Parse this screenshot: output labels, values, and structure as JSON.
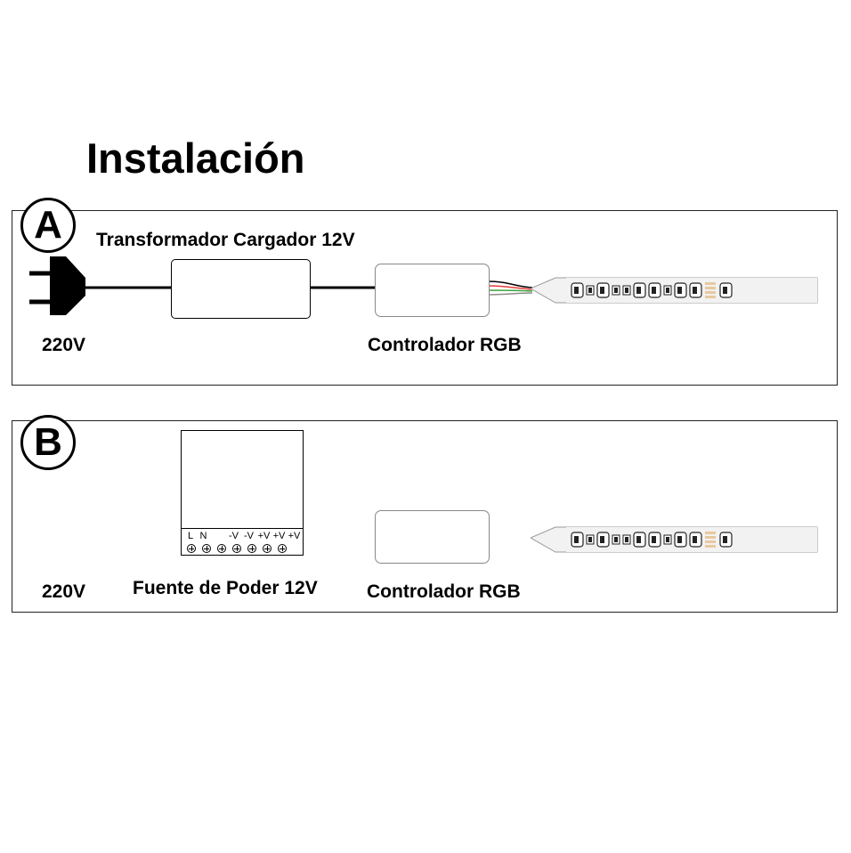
{
  "title": "Instalación",
  "panel_a": {
    "badge": "A",
    "transformer_label": "Transformador Cargador 12V",
    "input_label": "220V",
    "controller_label": "Controlador RGB"
  },
  "panel_b": {
    "badge": "B",
    "input_label": "220V",
    "psu_label": "Fuente de Poder 12V",
    "controller_label": "Controlador RGB",
    "terminals": [
      "L",
      "N",
      "",
      "-V",
      "-V",
      "+V",
      "+V",
      "+V"
    ]
  },
  "colors": {
    "wire_black": "#000000",
    "wire_red": "#e63a3a",
    "wire_green": "#3aa03a",
    "wire_grey": "#8c8c8c",
    "strip_fill": "#f2f2f2",
    "led_pad": "#e8c9a0"
  },
  "led_strip": {
    "chips": [
      "P",
      "S",
      "P",
      "S",
      "S",
      "P",
      "P",
      "S",
      "P",
      "P",
      "T",
      "P"
    ]
  }
}
